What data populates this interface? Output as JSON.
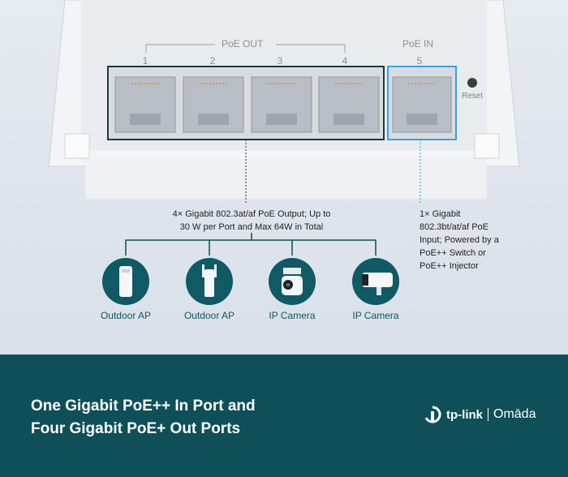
{
  "labels": {
    "poe_out": "PoE OUT",
    "poe_in": "PoE IN",
    "reset": "Reset",
    "ports": [
      "1",
      "2",
      "3",
      "4",
      "5"
    ]
  },
  "descriptions": {
    "out_line1": "4× Gigabit 802.3at/af PoE Output; Up to",
    "out_line2": "30 W per Port and Max 64W in Total",
    "in_lines": [
      "1× Gigabit",
      "802.3bt/at/af PoE",
      "Input; Powered by a",
      "PoE++ Switch or",
      "PoE++ Injector"
    ]
  },
  "devices": [
    {
      "name": "Outdoor AP",
      "icon": "outdoor-ap-icon"
    },
    {
      "name": "Outdoor AP",
      "icon": "outdoor-ap-antenna-icon"
    },
    {
      "name": "IP Camera",
      "icon": "ptz-camera-icon"
    },
    {
      "name": "IP Camera",
      "icon": "bullet-camera-icon"
    }
  ],
  "footer": {
    "headline_line1": "One Gigabit PoE++ In Port and",
    "headline_line2": "Four Gigabit PoE+ Out Ports",
    "brand_tp": "tp-link",
    "brand_omada": "Omāda"
  },
  "colors": {
    "teal": "#0e4f58",
    "port_highlight_out": "#163c44",
    "port_highlight_in": "#3aa0e0"
  }
}
